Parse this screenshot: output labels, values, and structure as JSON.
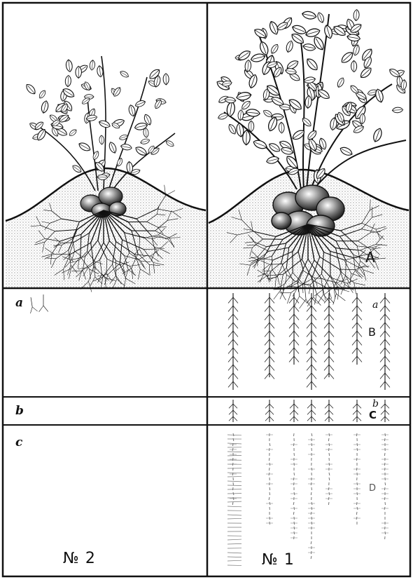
{
  "left_panel": {
    "row_labels": {
      "a": "a",
      "b": "b",
      "c": "c"
    },
    "number": "№ 2"
  },
  "right_panel": {
    "row_labels": {
      "a": "a",
      "b": "b"
    },
    "layer_labels": {
      "A": "A",
      "B": "B",
      "C": "C",
      "D": "D"
    },
    "number": "№ 1"
  },
  "colors": {
    "ink": "#111111",
    "paper": "#ffffff"
  }
}
